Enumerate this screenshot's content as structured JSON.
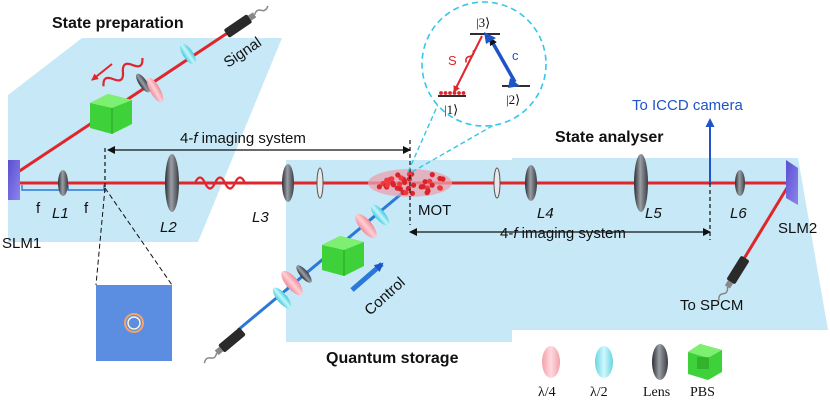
{
  "labels": {
    "state_preparation": "State preparation",
    "signal": "Signal",
    "imaging_top_prefix": "4-",
    "imaging_top_f": "f",
    "imaging_top_suffix": " imaging system",
    "imaging_bottom_prefix": "4-",
    "imaging_bottom_f": "f",
    "imaging_bottom_suffix": " imaging system",
    "state_analyser": "State analyser",
    "to_iccd": "To ICCD camera",
    "slm1": "SLM1",
    "slm2": "SLM2",
    "f_left": "f",
    "f_right": "f",
    "l1": "L1",
    "l2": "L2",
    "l3": "L3",
    "l4": "L4",
    "l5": "L5",
    "l6": "L6",
    "mot": "MOT",
    "control": "Control",
    "to_spcm": "To SPCM",
    "quantum_storage": "Quantum storage",
    "level_3": "|3⟩",
    "level_1": "|1⟩",
    "level_2": "|2⟩",
    "level_s": "S",
    "level_c": "c"
  },
  "legend": [
    {
      "label": "λ/4",
      "icon": "quarter-wave-plate-icon",
      "color": "#f4a6b0"
    },
    {
      "label": "λ/2",
      "icon": "half-wave-plate-icon",
      "color": "#8ee6ef"
    },
    {
      "label": "Lens",
      "icon": "lens-icon",
      "color": "#555a60"
    },
    {
      "label": "PBS",
      "icon": "pbs-cube-icon",
      "color": "#3fd13a"
    }
  ],
  "colors": {
    "beam_red": "#e0262b",
    "beam_blue": "#2a78d8",
    "panel": "#c6e8f7",
    "text_blue": "#1f53c8",
    "dashed_cyan": "#33c7e8"
  }
}
